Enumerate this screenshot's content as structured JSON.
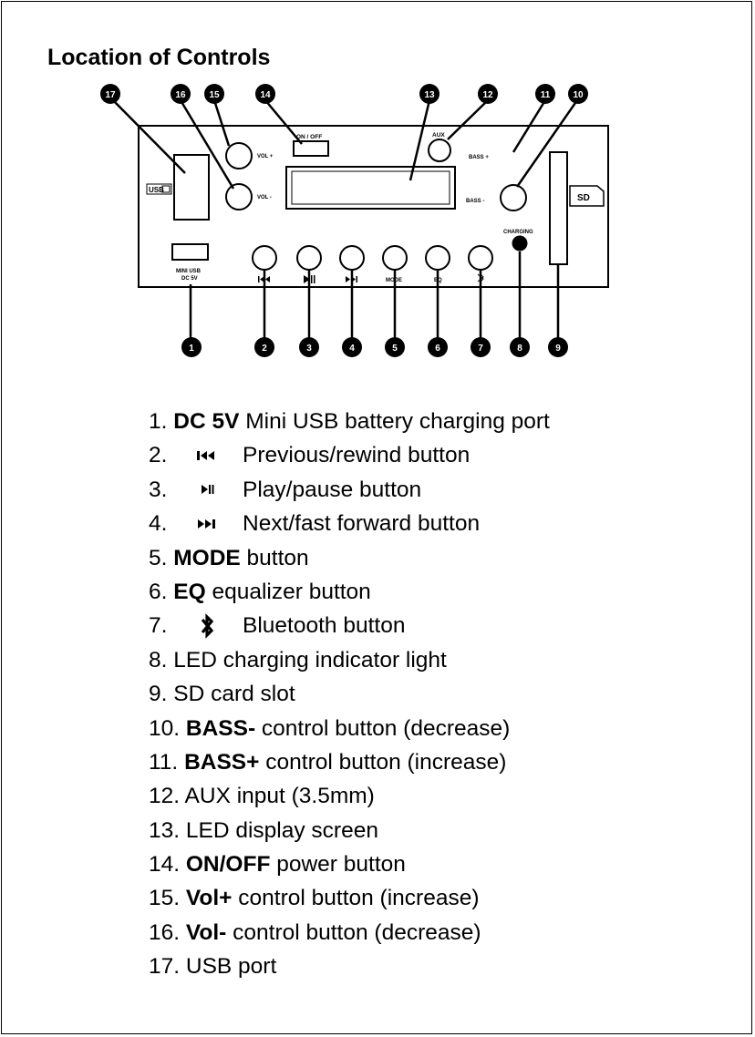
{
  "heading": "Location of Controls",
  "panel": {
    "usb_label": "USB",
    "on_off_label": "ON / OFF",
    "vol_plus_label": "VOL +",
    "vol_minus_label": "VOL -",
    "aux_label": "AUX",
    "bass_plus_label": "BASS +",
    "bass_minus_label": "BASS -",
    "charging_label": "CHARGING",
    "sd_label": "SD",
    "mini_usb_label_1": "MINI USB",
    "mini_usb_label_2": "DC 5V",
    "mode_label": "MODE",
    "eq_label": "EQ"
  },
  "callouts": [
    "1",
    "2",
    "3",
    "4",
    "5",
    "6",
    "7",
    "8",
    "9",
    "10",
    "11",
    "12",
    "13",
    "14",
    "15",
    "16",
    "17"
  ],
  "legend": [
    {
      "num": "1.",
      "bold": "DC 5V",
      "text": " Mini USB battery charging port"
    },
    {
      "num": "2.",
      "symbol": "prev-icon",
      "text": "Previous/rewind button"
    },
    {
      "num": "3.",
      "symbol": "play-pause-icon",
      "text": "Play/pause button"
    },
    {
      "num": "4.",
      "symbol": "next-icon",
      "text": "Next/fast forward button"
    },
    {
      "num": "5.",
      "bold": "MODE",
      "text": " button"
    },
    {
      "num": "6.",
      "bold": "EQ",
      "text": " equalizer button"
    },
    {
      "num": "7.",
      "symbol": "bluetooth-icon",
      "text": "Bluetooth button"
    },
    {
      "num": "8.",
      "bold": "",
      "text": "LED charging indicator light"
    },
    {
      "num": "9.",
      "bold": "",
      "text": "SD card slot"
    },
    {
      "num": "10.",
      "bold": "BASS-",
      "text": " control button (decrease)"
    },
    {
      "num": "11.",
      "bold": "BASS+",
      "text": " control button (increase)"
    },
    {
      "num": "12.",
      "bold": "",
      "text": "AUX input (3.5mm)"
    },
    {
      "num": "13.",
      "bold": "",
      "text": "LED display screen"
    },
    {
      "num": "14.",
      "bold": "ON/OFF",
      "text": " power button"
    },
    {
      "num": "15.",
      "bold": "Vol+",
      "text": " control button (increase)"
    },
    {
      "num": "16.",
      "bold": "Vol-",
      "text": " control button (decrease)"
    },
    {
      "num": "17.",
      "bold": "",
      "text": "USB port"
    }
  ]
}
